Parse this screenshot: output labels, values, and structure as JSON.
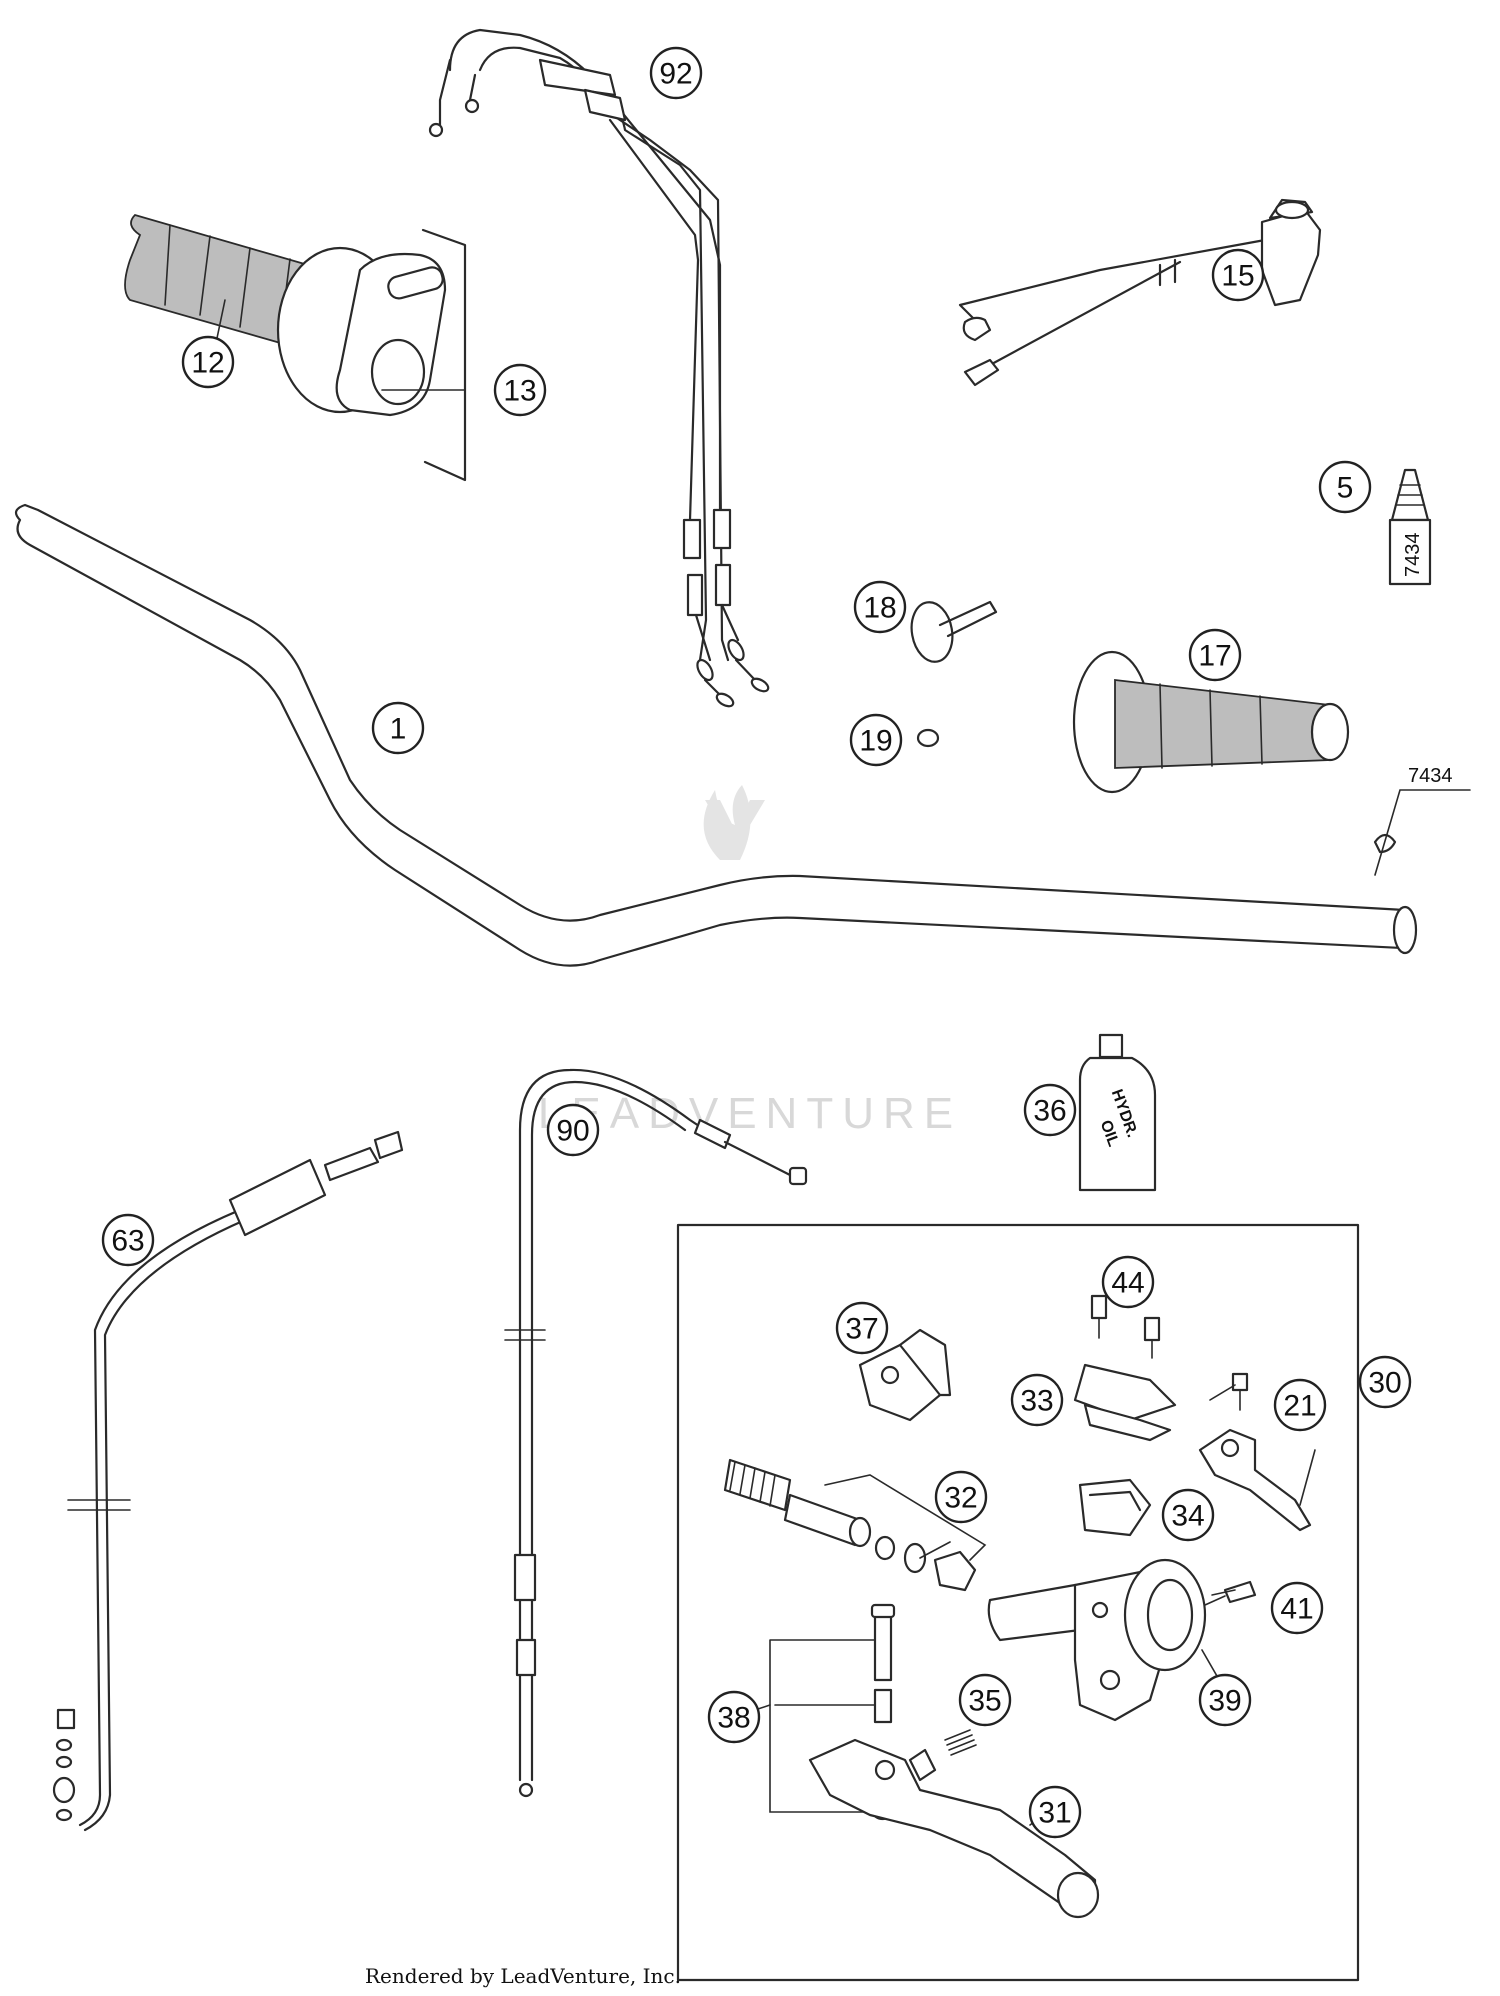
{
  "callouts": [
    {
      "label": "92"
    },
    {
      "label": "12"
    },
    {
      "label": "13"
    },
    {
      "label": "15"
    },
    {
      "label": "5"
    },
    {
      "label": "18"
    },
    {
      "label": "17"
    },
    {
      "label": "19"
    },
    {
      "label": "1"
    },
    {
      "label": "36"
    },
    {
      "label": "90"
    },
    {
      "label": "63"
    },
    {
      "label": "44"
    },
    {
      "label": "37"
    },
    {
      "label": "30"
    },
    {
      "label": "33"
    },
    {
      "label": "21"
    },
    {
      "label": "32"
    },
    {
      "label": "34"
    },
    {
      "label": "41"
    },
    {
      "label": "35"
    },
    {
      "label": "38"
    },
    {
      "label": "39"
    },
    {
      "label": "31"
    }
  ],
  "reference_label": "7434",
  "sealant_tube_label": "7434",
  "oil_bottle_label": {
    "line1": "HYDR.",
    "line2": "OIL"
  },
  "watermark": "LEADVENTURE",
  "credit": "Rendered by LeadVenture, Inc.",
  "colors": {
    "line": "#2a2a2a",
    "grip_texture": "#bdbdbd",
    "watermark": "#d8d8d8",
    "background": "#ffffff"
  }
}
